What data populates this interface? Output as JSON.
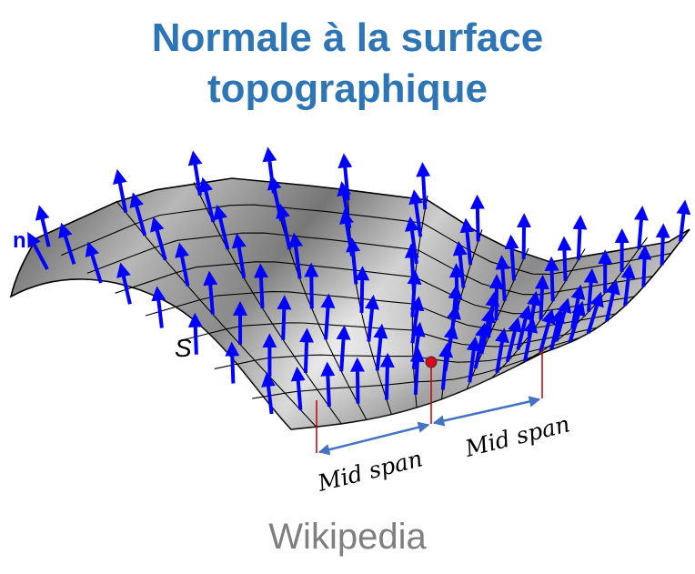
{
  "title": {
    "line1": "Normale à la surface",
    "line2": "topographique"
  },
  "labels": {
    "normal": "n",
    "surface": "S",
    "span_left": "Mid span",
    "span_right": "Mid span"
  },
  "source": "Wikipedia",
  "colors": {
    "title": "#2e75b6",
    "arrow": "#0000ff",
    "marker": "#e0001a",
    "dimension": "#4472c4",
    "source": "#7f7f7f"
  }
}
